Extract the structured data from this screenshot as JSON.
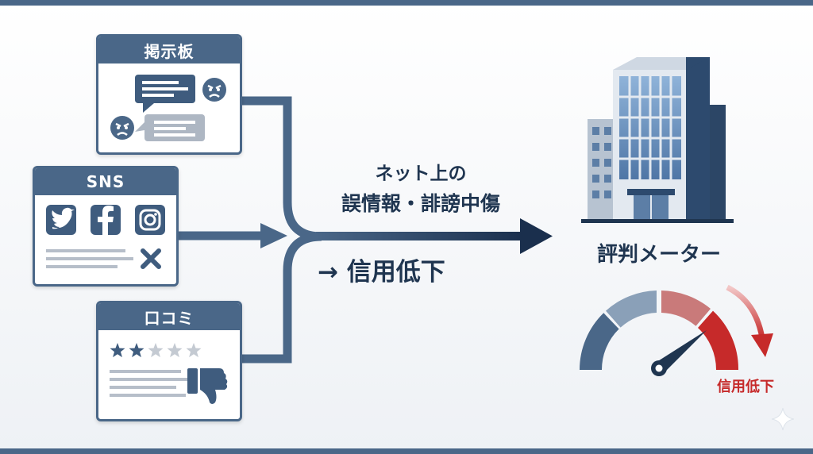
{
  "cards": {
    "board": {
      "title": "掲示板"
    },
    "sns": {
      "title": "SNS"
    },
    "reviews": {
      "title": "口コミ",
      "rating": 2,
      "max_rating": 5
    }
  },
  "arrow": {
    "label_line1": "ネット上の",
    "label_line2": "誤情報・誹謗中傷",
    "result": "→ 信用低下"
  },
  "building": {
    "meter_title": "評判メーター"
  },
  "meter": {
    "needle_label": "信用低下"
  },
  "colors": {
    "primary": "#4a6788",
    "dark": "#1f3550",
    "accent_red": "#c62a2a"
  }
}
